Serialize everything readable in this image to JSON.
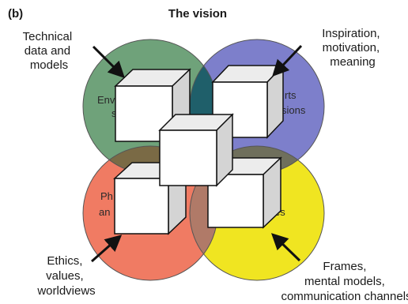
{
  "figure": {
    "panel_label": "(b)",
    "title": "The vision"
  },
  "circles": [
    {
      "id": "top-left",
      "visible_text_lines": [
        "Env",
        "s"
      ],
      "color": "#6fa27a"
    },
    {
      "id": "top-right",
      "visible_text_lines": [
        "rts",
        "sions"
      ],
      "color": "#7d7fcb"
    },
    {
      "id": "bottom-left",
      "visible_text_lines": [
        "Ph",
        "an"
      ],
      "color": "#f07b63"
    },
    {
      "id": "bottom-right",
      "visible_text_lines": [
        "es"
      ],
      "color": "#f0e521"
    }
  ],
  "overlap_colors": {
    "top": "#1f5f6a",
    "left": "#7a6a45",
    "right": "#6f6f5c",
    "bottom": "#b07a68",
    "center": "#555544"
  },
  "outer_labels": {
    "top_left": [
      "Technical",
      "data and",
      "models"
    ],
    "top_right": [
      "Inspiration,",
      "motivation,",
      "meaning"
    ],
    "bottom_left": [
      "Ethics,",
      "values,",
      "worldviews"
    ],
    "bottom_right": [
      "Frames,",
      "mental models,",
      "communication channels"
    ]
  },
  "cube_count": 5,
  "cube_colors": {
    "front": "#ffffff",
    "side": "#d4d4d4",
    "top": "#ececec",
    "edge": "#111111"
  }
}
